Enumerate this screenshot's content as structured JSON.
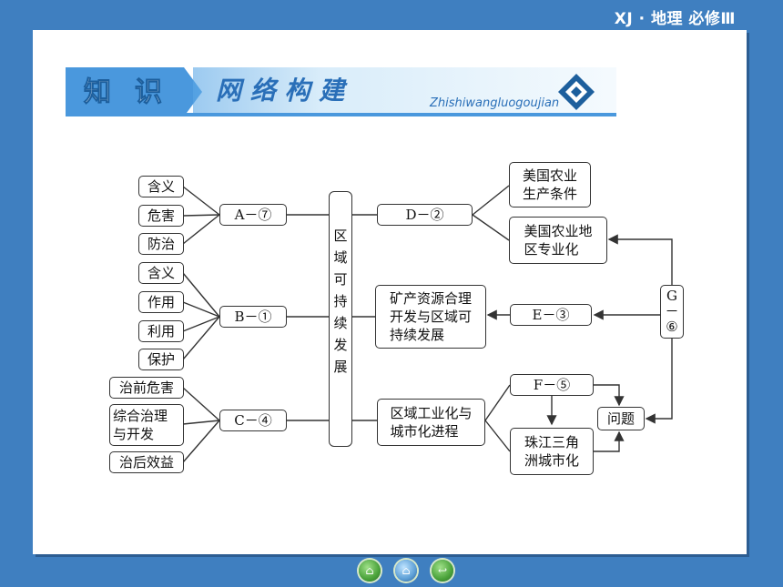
{
  "header": {
    "tag": "XJ · 地理  必修Ⅲ"
  },
  "banner": {
    "title_chars": [
      "知",
      "识"
    ],
    "subtitle": "网 络 构 建",
    "pinyin": "Zhishiwangluogoujian"
  },
  "diagram": {
    "center": [
      "区",
      "域",
      "可",
      "持",
      "续",
      "发",
      "展"
    ],
    "group_a": {
      "items": [
        "含义",
        "危害",
        "防治"
      ],
      "node": "A－⑦"
    },
    "group_b": {
      "items": [
        "含义",
        "作用",
        "利用",
        "保护"
      ],
      "node": "B－①"
    },
    "group_c": {
      "items": [
        "治前危害",
        "综合治理\n与开发",
        "治后效益"
      ],
      "node": "C－④"
    },
    "node_d": "D－②",
    "d_items": [
      "美国农业\n生产条件",
      "美国农业地\n区专业化"
    ],
    "mineral": "矿产资源合理\n开发与区域可\n持续发展",
    "node_e": "E－③",
    "node_g": "G\n－\n⑥",
    "industry": "区域工业化与\n城市化进程",
    "node_f": "F－⑤",
    "pearl": "珠江三角\n洲城市化",
    "problem": "问题"
  },
  "nav": {
    "icons": [
      "home-icon",
      "house-icon",
      "return-icon"
    ]
  }
}
